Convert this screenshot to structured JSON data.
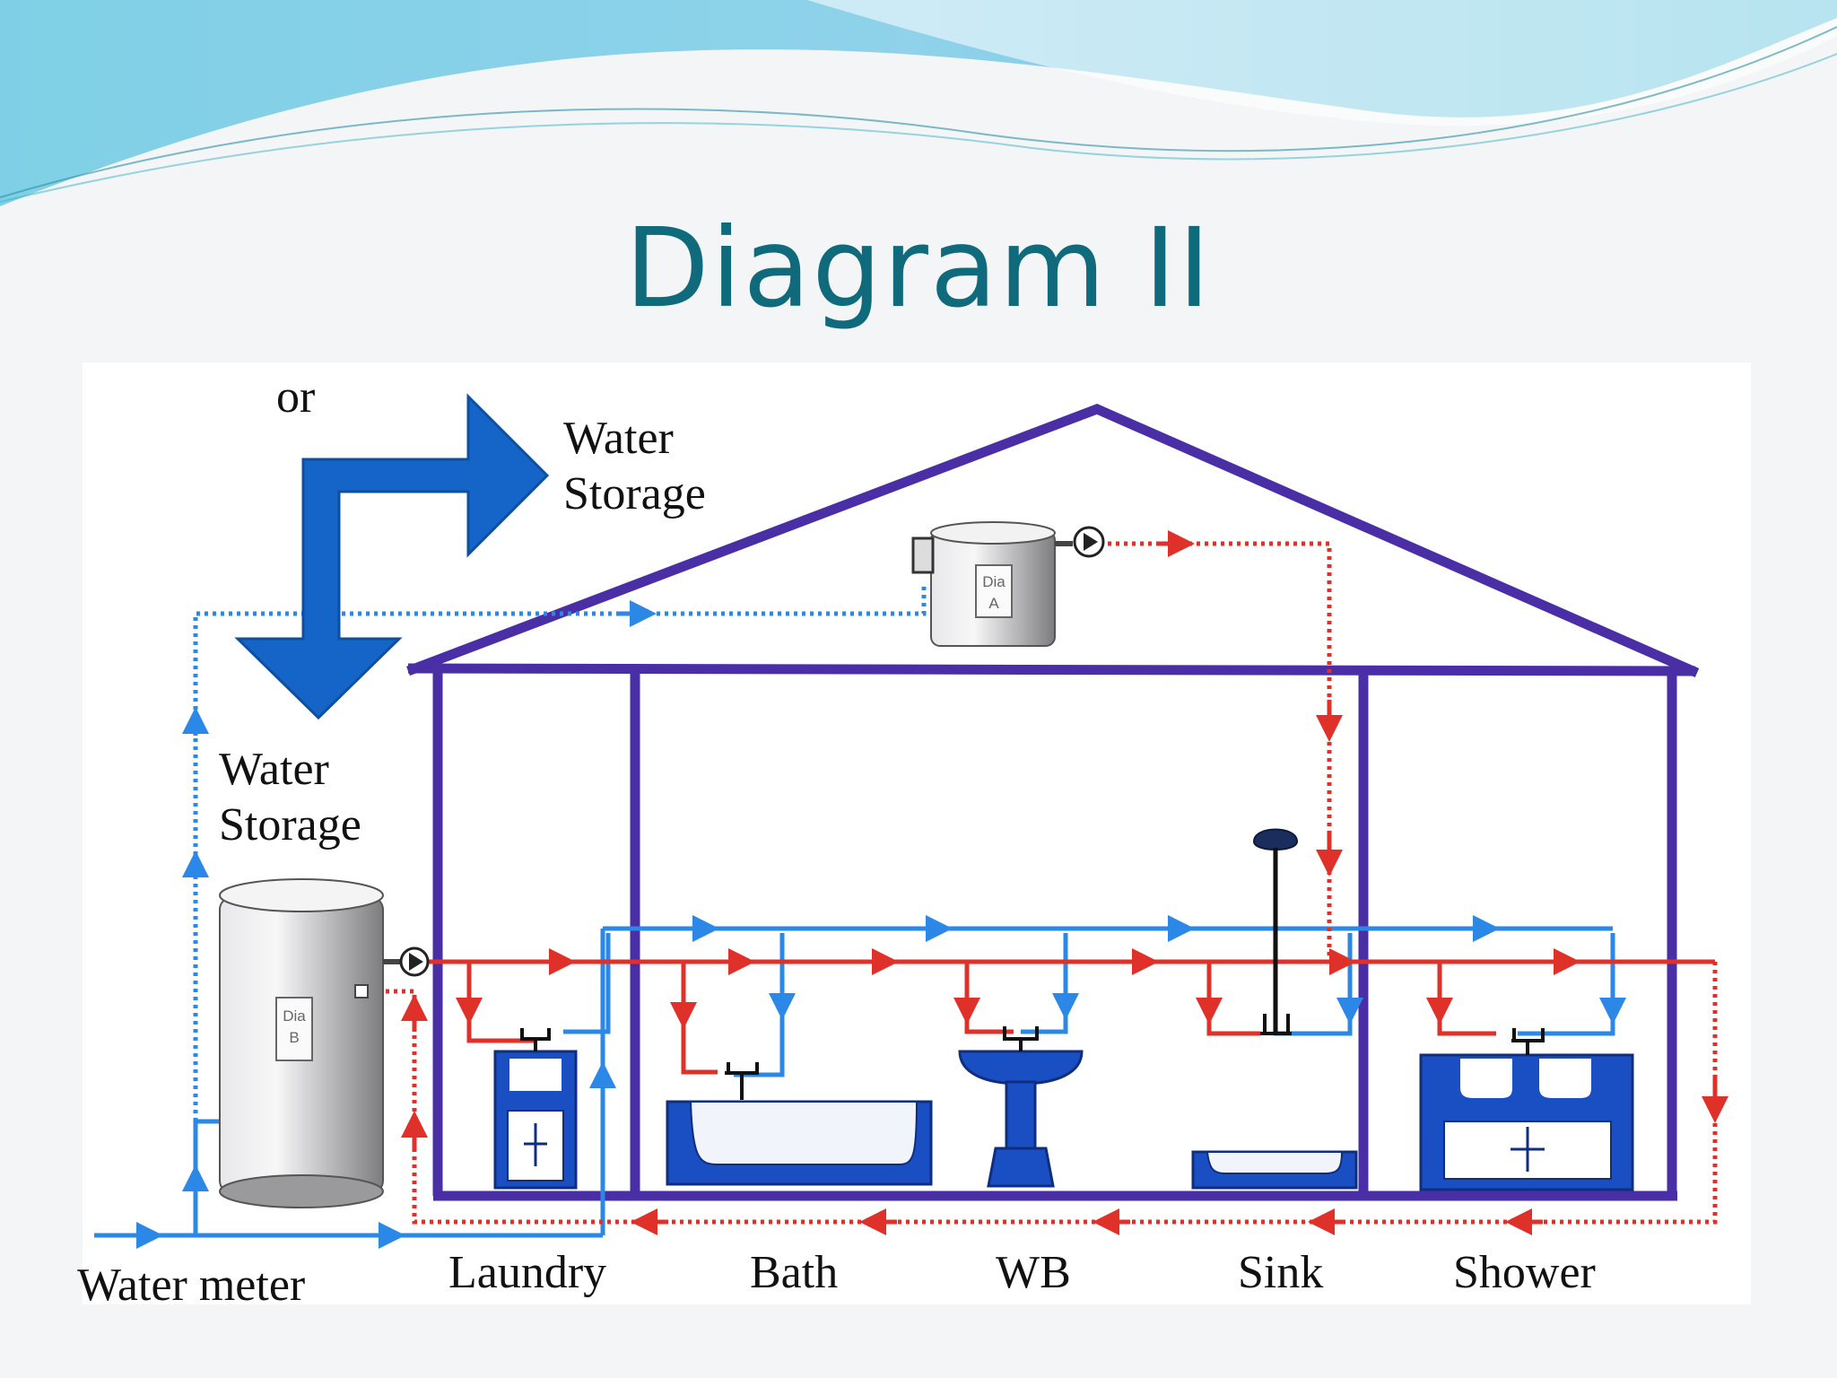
{
  "slide": {
    "title": "Diagram II"
  },
  "labels": {
    "or": "or",
    "storage_top_line1": "Water",
    "storage_top_line2": "Storage",
    "storage_side_line1": "Water",
    "storage_side_line2": "Storage",
    "water_meter": "Water meter",
    "laundry": "Laundry",
    "bath": "Bath",
    "wb": "WB",
    "sink": "Sink",
    "shower": "Shower"
  },
  "tanks": {
    "roof_tank_label_line1": "Dia",
    "roof_tank_label_line2": "A",
    "ground_tank_label_line1": "Dia",
    "ground_tank_label_line2": "B"
  },
  "colors": {
    "title": "#0f6b7c",
    "house_frame": "#4a2ea6",
    "cold_water": "#2b88e6",
    "hot_water": "#e0302a",
    "big_arrow": "#1565c8",
    "fixture_blue": "#1a4fc4",
    "header_wave": "#6fc8dc"
  }
}
